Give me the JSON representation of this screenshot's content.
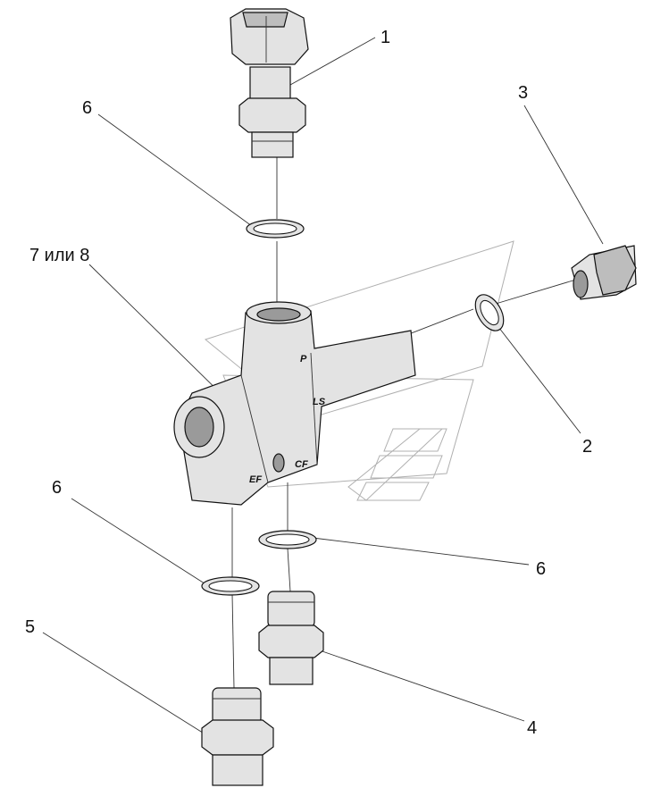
{
  "callouts": {
    "c1": "1",
    "c2": "2",
    "c3": "3",
    "c4": "4",
    "c5": "5",
    "c6a": "6",
    "c6b": "6",
    "c6c": "6",
    "c7": "7 или 8"
  },
  "body_marks": {
    "p": "P",
    "ls": "LS",
    "ef": "EF",
    "cf": "CF"
  }
}
